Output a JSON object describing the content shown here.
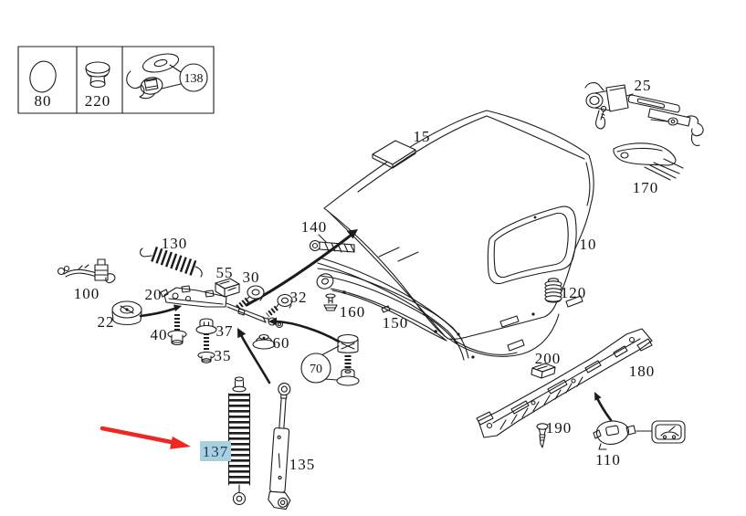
{
  "diagram": {
    "type": "exploded-parts-diagram",
    "subject": "trunk lid assembly",
    "background": "#ffffff",
    "line_color": "#1c1c1c"
  },
  "legend_box": {
    "items": [
      {
        "label": "80",
        "icon": "oval-gasket-icon"
      },
      {
        "label": "220",
        "icon": "plug-grommet-icon"
      },
      {
        "label": "138",
        "icon": "washer-and-nut-icon",
        "circled": true
      }
    ]
  },
  "part_labels": {
    "p10": "10",
    "p15": "15",
    "p20": "20",
    "p22": "22",
    "p25": "25",
    "p30": "30",
    "p32": "32",
    "p35": "35",
    "p37": "37",
    "p40": "40",
    "p55": "55",
    "p60": "60",
    "p70": "70",
    "p100": "100",
    "p110": "110",
    "p120": "120",
    "p130": "130",
    "p135": "135",
    "p137": "137",
    "p140": "140",
    "p150": "150",
    "p160": "160",
    "p170": "170",
    "p180": "180",
    "p190": "190",
    "p200": "200"
  },
  "highlight": {
    "part": "137",
    "background": "#a9cfe0",
    "text_color": "#1e3a5c"
  },
  "pointer_arrow": {
    "color": "#ee2722",
    "points_to": "137"
  }
}
